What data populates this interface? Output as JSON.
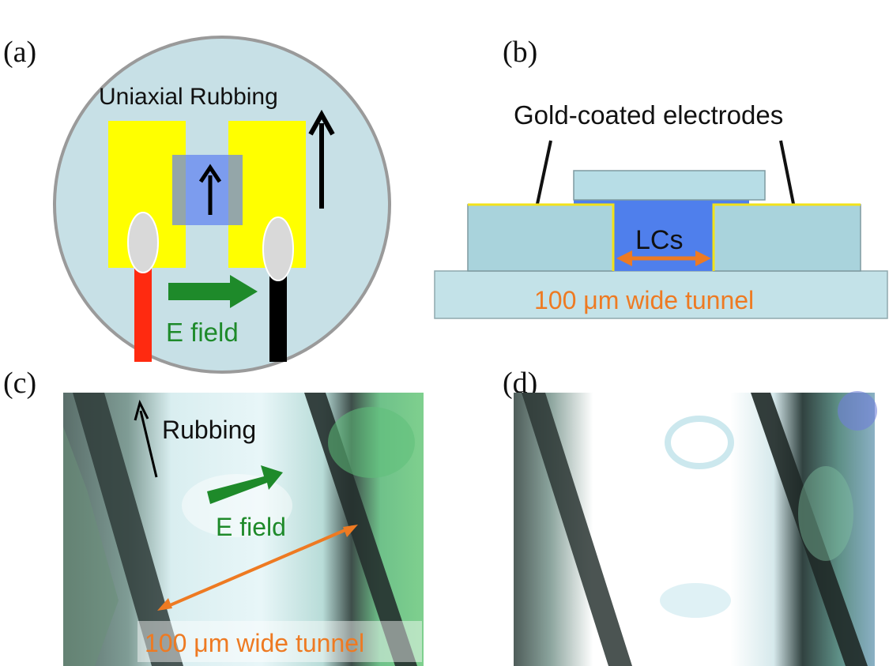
{
  "panels": {
    "a": {
      "label": "(a)",
      "title": "Uniaxial Rubbing",
      "field_label": "E field"
    },
    "b": {
      "label": "(b)",
      "electrodes_label": "Gold-coated electrodes",
      "lc_label": "LCs",
      "tunnel_label": "100 μm wide tunnel"
    },
    "c": {
      "label": "(c)",
      "rubbing_label": "Rubbing",
      "field_label": "E field",
      "tunnel_label": "100 μm wide tunnel"
    },
    "d": {
      "label": "(d)"
    }
  },
  "colors": {
    "disc": "#c7e0e6",
    "electrode": "#ffff00",
    "lc_blue": "#4f7fec",
    "substrate": "#a9d3dc",
    "gold_line": "#f2e21a",
    "orange": "#ee7a22",
    "green": "#1e8a2a",
    "red_wire": "#ff2a10",
    "black_wire": "#000000"
  }
}
